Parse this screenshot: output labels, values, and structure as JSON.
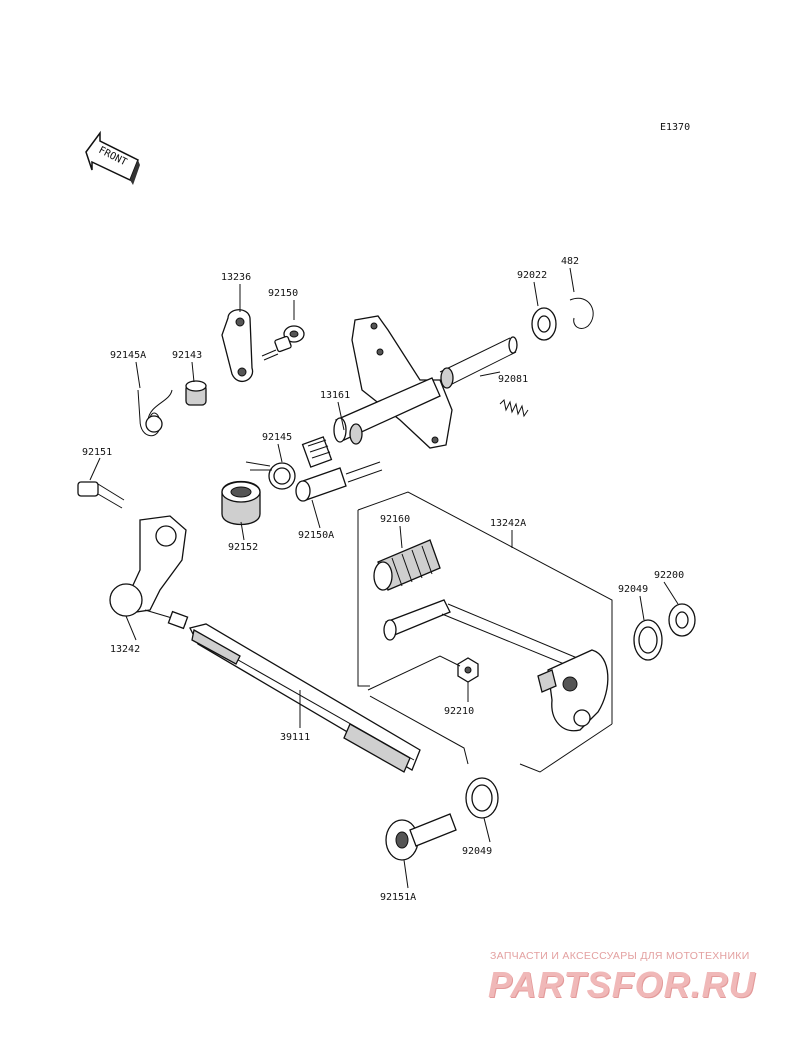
{
  "diagram": {
    "code": "E1370",
    "front_label": "FRONT",
    "parts": {
      "p13236": "13236",
      "p92150": "92150",
      "p92022": "92022",
      "p482": "482",
      "p92145A": "92145A",
      "p92143": "92143",
      "p92081": "92081",
      "p13161": "13161",
      "p92145": "92145",
      "p92151": "92151",
      "p92152": "92152",
      "p92150A": "92150A",
      "p92160": "92160",
      "p13242A": "13242A",
      "p92200": "92200",
      "p92049a": "92049",
      "p13242": "13242",
      "p92210": "92210",
      "p39111": "39111",
      "p92049b": "92049",
      "p92151A": "92151A"
    }
  },
  "watermark": {
    "subtitle": "ЗАПЧАСТИ И АКСЕССУАРЫ ДЛЯ МОТОТЕХНИКИ",
    "logo": "PARTSFOR.RU"
  }
}
